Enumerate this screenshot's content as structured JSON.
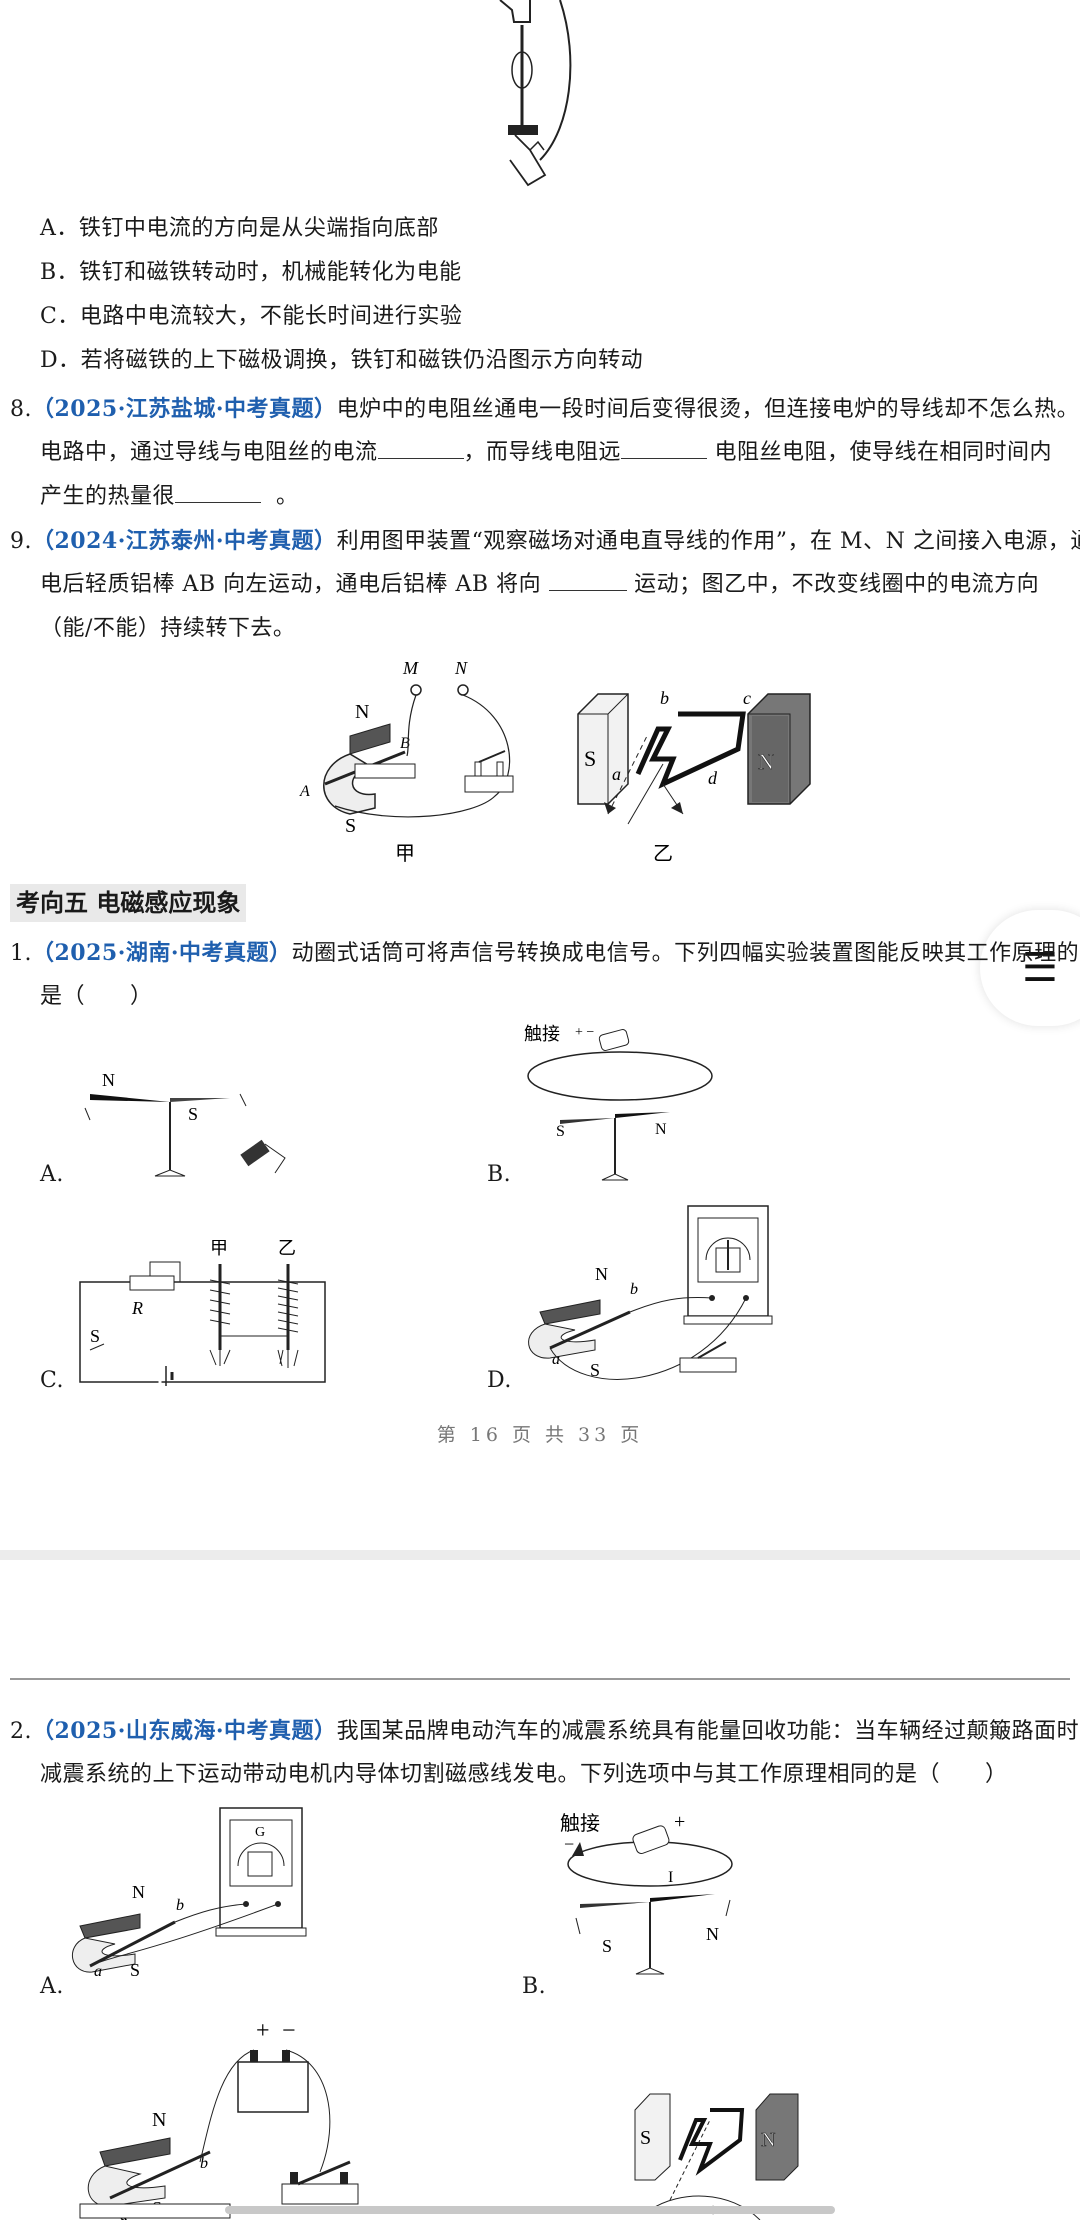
{
  "q7": {
    "optA": "A．铁钉中电流的方向是从尖端指向底部",
    "optB": "B．铁钉和磁铁转动时，机械能转化为电能",
    "optC": "C．电路中电流较大，不能长时间进行实验",
    "optD": "D．若将磁铁的上下磁极调换，铁钉和磁铁仍沿图示方向转动"
  },
  "q8": {
    "num": "8.",
    "tag": "（2025·江苏盐城·中考真题）",
    "line1": "电炉中的电阻丝通电一段时间后变得很烫，但连接电炉的导线却不怎么热。",
    "line2a": "电路中，通过导线与电阻丝的电流",
    "line2b": "，而导线电阻远",
    "line2c": "电阻丝电阻，使导线在相同时间内",
    "line3a": "产生的热量很",
    "line3b": "。"
  },
  "q9": {
    "num": "9.",
    "tag": "（2024·江苏泰州·中考真题）",
    "line1": "利用图甲装置“观察磁场对通电直导线的作用”，在 M、N 之间接入电源，通",
    "line2a": "电后轻质铝棒 AB 向左运动，通电后铝棒 AB 将向",
    "line2b": "运动；图乙中，不改变线圈中的电流方向",
    "line3": "（能/不能）持续转下去。",
    "fig_jia": "甲",
    "fig_yi": "乙"
  },
  "section5": {
    "title": "考向五  电磁感应现象"
  },
  "s5q1": {
    "num": "1.",
    "tag": "（2025·湖南·中考真题）",
    "line1": "动圈式话筒可将声信号转换成电信号。下列四幅实验装置图能反映其工作原理的",
    "line2": "是（　　）",
    "optA": "A.",
    "optB": "B.",
    "optC": "C.",
    "optD": "D.",
    "touch": "触接",
    "jia": "甲",
    "yi": "乙"
  },
  "footer": {
    "text": "第 16 页 共 33 页"
  },
  "s5q2": {
    "num": "2.",
    "tag": "（2025·山东威海·中考真题）",
    "line1": "我国某品牌电动汽车的减震系统具有能量回收功能：当车辆经过颠簸路面时，",
    "line2": "减震系统的上下运动带动电机内导体切割磁感线发电。下列选项中与其工作原理相同的是（　　）",
    "optA": "A.",
    "optB": "B.",
    "touch": "触接"
  },
  "menu": {
    "icon": "menu-icon",
    "glyph": "☰"
  },
  "colors": {
    "tag": "#1f5fae",
    "section_bg": "#e9e9e9"
  }
}
